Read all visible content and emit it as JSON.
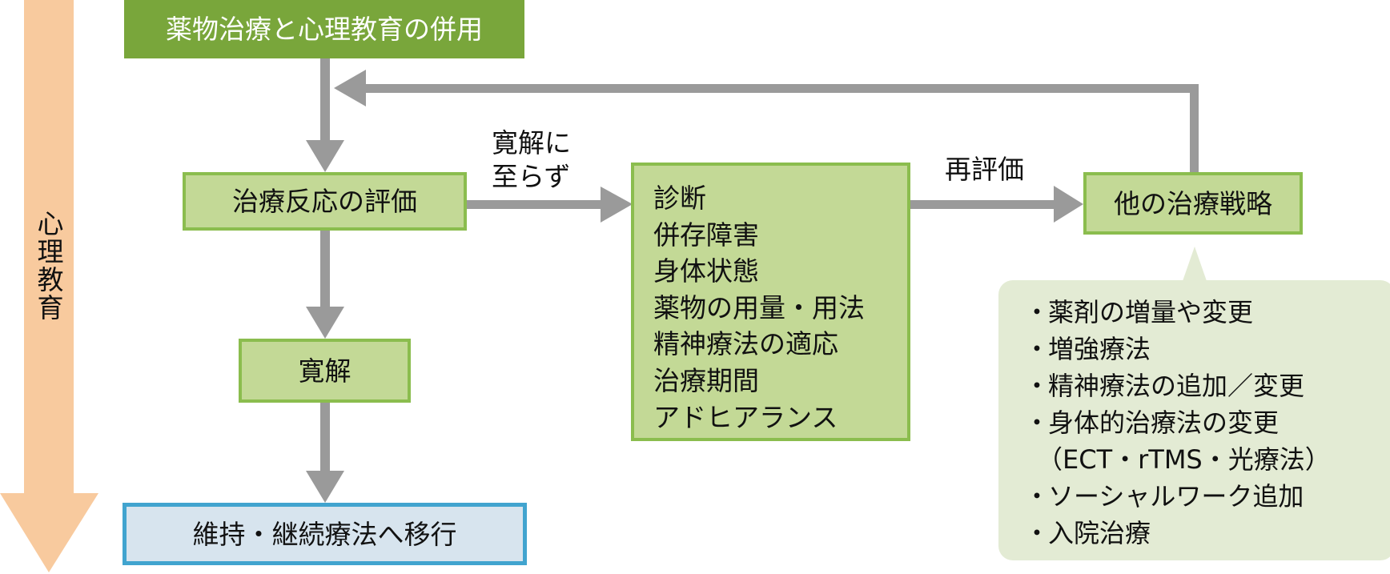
{
  "diagram": {
    "title": "薬物治療と心理教育の併用",
    "side_arrow": {
      "label": "心理教育",
      "color": "#f8ca9e"
    },
    "nodes": {
      "evaluation": "治療反応の評価",
      "remission": "寛解",
      "maintenance": "維持・継続療法へ移行",
      "factors": [
        "診断",
        "併存障害",
        "身体状態",
        "薬物の用量・用法",
        "精神療法の適応",
        "治療期間",
        "アドヒアランス"
      ],
      "other_strategies": "他の治療戦略"
    },
    "edge_labels": {
      "no_remission_line1": "寛解に",
      "no_remission_line2": "至らず",
      "reassess": "再評価"
    },
    "callout": {
      "bullet": "・",
      "items": [
        {
          "bullet": "・",
          "text": "薬剤の増量や変更"
        },
        {
          "bullet": "・",
          "text": "増強療法"
        },
        {
          "bullet": "・",
          "text": "精神療法の追加／変更"
        },
        {
          "bullet": "・",
          "text": "身体的治療法の変更"
        },
        {
          "bullet": "",
          "text": "（ECT・rTMS・光療法）"
        },
        {
          "bullet": "・",
          "text": "ソーシャルワーク追加"
        },
        {
          "bullet": "・",
          "text": "入院治療"
        }
      ]
    },
    "colors": {
      "title_fill": "#79a63b",
      "node_fill": "#c3d996",
      "node_border": "#8bbd4e",
      "maintenance_fill": "#d7e4ee",
      "maintenance_border": "#41a4cf",
      "arrow": "#9a9a9a",
      "callout_fill": "#e3ebd4"
    }
  }
}
